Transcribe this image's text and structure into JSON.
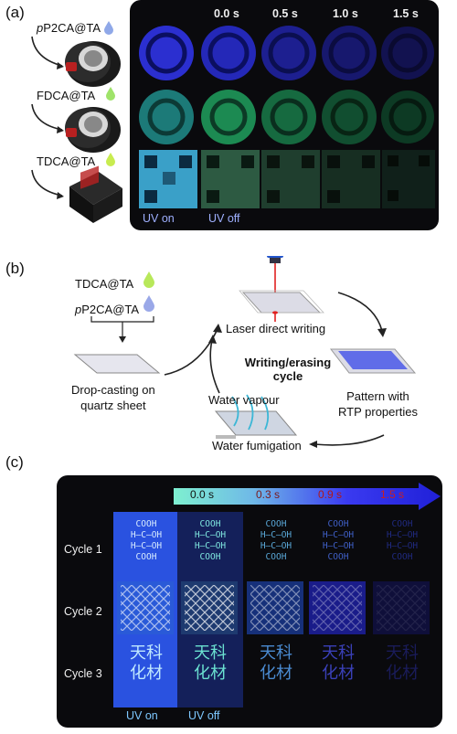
{
  "panel_a": {
    "label": "(a)",
    "materials": [
      {
        "prefix": "p",
        "name": "P2CA@TA",
        "drop_color": "#8fa8e8"
      },
      {
        "prefix": "",
        "name": "FDCA@TA",
        "drop_color": "#9fe36a"
      },
      {
        "prefix": "",
        "name": "TDCA@TA",
        "drop_color": "#c8ec50"
      }
    ],
    "times": [
      "0.0 s",
      "0.5 s",
      "1.0 s",
      "1.5 s"
    ],
    "uv_on": "UV on",
    "uv_off": "UV off"
  },
  "panel_b": {
    "label": "(b)",
    "materials": [
      {
        "prefix": "",
        "name": "TDCA@TA",
        "drop_color": "#b8e85a"
      },
      {
        "prefix": "p",
        "name": "P2CA@TA",
        "drop_color": "#9aa8e8"
      }
    ],
    "drop_casting": "Drop-casting on\nquartz sheet",
    "laser": "Laser direct writing",
    "cycle_line1": "Writing/erasing",
    "cycle_line2": "cycle",
    "pattern": "Pattern with\nRTP properties",
    "vapour": "Water vapour",
    "fumigation": "Water fumigation"
  },
  "panel_c": {
    "label": "(c)",
    "times": [
      {
        "text": "0.0 s",
        "color": "#111111"
      },
      {
        "text": "0.3 s",
        "color": "#7a1a1a"
      },
      {
        "text": "0.9 s",
        "color": "#a01010"
      },
      {
        "text": "1.5 s",
        "color": "#c02020"
      }
    ],
    "cycles": [
      "Cycle 1",
      "Cycle 2",
      "Cycle 3"
    ],
    "formula_top": "COOH",
    "formula_mid": "H—C—OH",
    "chars_line1": "天科",
    "chars_line2": "化材",
    "uv_on": "UV on",
    "uv_off": "UV off"
  }
}
